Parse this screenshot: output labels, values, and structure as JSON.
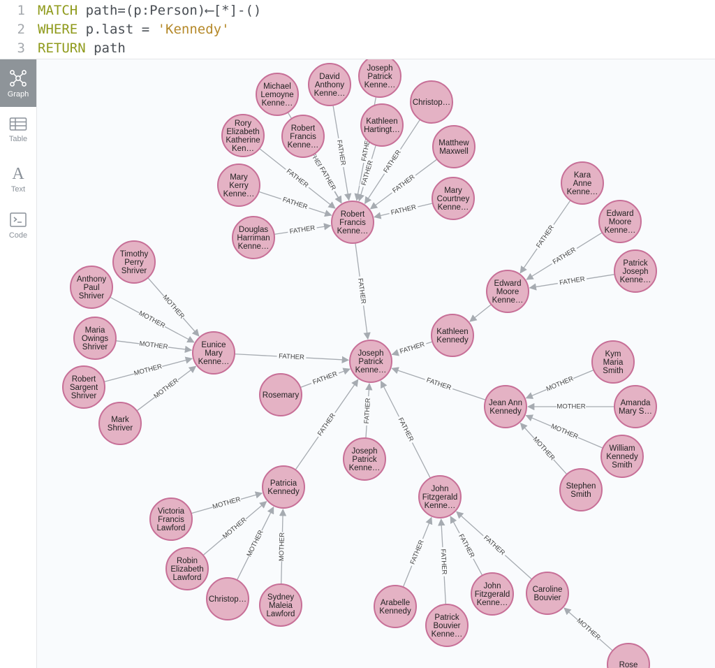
{
  "editor": {
    "lines": [
      {
        "num": "1",
        "parts": [
          {
            "t": "MATCH ",
            "c": "kw"
          },
          {
            "t": "path=(p:Person)",
            "c": "tx"
          },
          {
            "t": "⟵",
            "c": "tx"
          },
          {
            "t": "[*]-()",
            "c": "tx"
          }
        ]
      },
      {
        "num": "2",
        "parts": [
          {
            "t": "WHERE ",
            "c": "kw"
          },
          {
            "t": "p.last = ",
            "c": "tx"
          },
          {
            "t": "'Kennedy'",
            "c": "str"
          }
        ]
      },
      {
        "num": "3",
        "parts": [
          {
            "t": "RETURN ",
            "c": "kw"
          },
          {
            "t": "path",
            "c": "tx"
          }
        ]
      }
    ]
  },
  "sidebar": {
    "graph_label": "Graph",
    "table_label": "Table",
    "text_label": "Text",
    "code_label": "Code"
  },
  "colors": {
    "node_fill": "#e4b2c4",
    "node_stroke": "#c76f97",
    "edge": "#a6abb1",
    "active_tab": "#8e9499"
  },
  "graph": {
    "nodes": [
      {
        "id": "jpk",
        "lines": [
          "Joseph",
          "Patrick",
          "Kenne…"
        ]
      },
      {
        "id": "rfk",
        "lines": [
          "Robert",
          "Francis",
          "Kenne…"
        ]
      },
      {
        "id": "emk",
        "lines": [
          "Edward",
          "Moore",
          "Kenne…"
        ]
      },
      {
        "id": "emk_kath",
        "lines": [
          "Kathleen",
          "Kennedy"
        ]
      },
      {
        "id": "eunice",
        "lines": [
          "Eunice",
          "Mary",
          "Kenne…"
        ]
      },
      {
        "id": "rosemary",
        "lines": [
          "Rosemary"
        ]
      },
      {
        "id": "jpkjr",
        "lines": [
          "Joseph",
          "Patrick",
          "Kenne…"
        ]
      },
      {
        "id": "jean",
        "lines": [
          "Jean Ann",
          "Kennedy"
        ]
      },
      {
        "id": "patricia",
        "lines": [
          "Patricia",
          "Kennedy"
        ]
      },
      {
        "id": "jfk",
        "lines": [
          "John",
          "Fitzgerald",
          "Kenne…"
        ]
      },
      {
        "id": "michael",
        "lines": [
          "Michael",
          "Lemoyne",
          "Kenne…"
        ]
      },
      {
        "id": "david",
        "lines": [
          "David",
          "Anthony",
          "Kenne…"
        ]
      },
      {
        "id": "joseph2",
        "lines": [
          "Joseph",
          "Patrick",
          "Kenne…"
        ]
      },
      {
        "id": "christoph1",
        "lines": [
          "Christop…"
        ]
      },
      {
        "id": "rory",
        "lines": [
          "Rory",
          "Elizabeth",
          "Katherine",
          "Ken…"
        ]
      },
      {
        "id": "robert2",
        "lines": [
          "Robert",
          "Francis",
          "Kenne…"
        ]
      },
      {
        "id": "kathleenh",
        "lines": [
          "Kathleen",
          "Hartingt…"
        ]
      },
      {
        "id": "matthew",
        "lines": [
          "Matthew",
          "Maxwell"
        ]
      },
      {
        "id": "marykerry",
        "lines": [
          "Mary",
          "Kerry",
          "Kenne…"
        ]
      },
      {
        "id": "marycourtney",
        "lines": [
          "Mary",
          "Courtney",
          "Kenne…"
        ]
      },
      {
        "id": "douglas",
        "lines": [
          "Douglas",
          "Harriman",
          "Kenne…"
        ]
      },
      {
        "id": "kara",
        "lines": [
          "Kara",
          "Anne",
          "Kenne…"
        ]
      },
      {
        "id": "edward2",
        "lines": [
          "Edward",
          "Moore",
          "Kenne…"
        ]
      },
      {
        "id": "patrickj",
        "lines": [
          "Patrick",
          "Joseph",
          "Kenne…"
        ]
      },
      {
        "id": "timothy",
        "lines": [
          "Timothy",
          "Perry",
          "Shriver"
        ]
      },
      {
        "id": "anthony",
        "lines": [
          "Anthony",
          "Paul",
          "Shriver"
        ]
      },
      {
        "id": "maria",
        "lines": [
          "Maria",
          "Owings",
          "Shriver"
        ]
      },
      {
        "id": "robertss",
        "lines": [
          "Robert",
          "Sargent",
          "Shriver"
        ]
      },
      {
        "id": "mark",
        "lines": [
          "Mark",
          "Shriver"
        ]
      },
      {
        "id": "kym",
        "lines": [
          "Kym",
          "Maria",
          "Smith"
        ]
      },
      {
        "id": "amanda",
        "lines": [
          "Amanda",
          "Mary S…"
        ]
      },
      {
        "id": "william",
        "lines": [
          "William",
          "Kennedy",
          "Smith"
        ]
      },
      {
        "id": "stephen",
        "lines": [
          "Stephen",
          "Smith"
        ]
      },
      {
        "id": "victoria",
        "lines": [
          "Victoria",
          "Francis",
          "Lawford"
        ]
      },
      {
        "id": "robin",
        "lines": [
          "Robin",
          "Elizabeth",
          "Lawford"
        ]
      },
      {
        "id": "christoph2",
        "lines": [
          "Christop…"
        ]
      },
      {
        "id": "sydney",
        "lines": [
          "Sydney",
          "Maleia",
          "Lawford"
        ]
      },
      {
        "id": "arabelle",
        "lines": [
          "Arabelle",
          "Kennedy"
        ]
      },
      {
        "id": "patrickb",
        "lines": [
          "Patrick",
          "Bouvier",
          "Kenne…"
        ]
      },
      {
        "id": "jfkjr",
        "lines": [
          "John",
          "Fitzgerald",
          "Kenne…"
        ]
      },
      {
        "id": "caroline",
        "lines": [
          "Caroline",
          "Bouvier"
        ]
      },
      {
        "id": "rose",
        "lines": [
          "Rose"
        ]
      }
    ],
    "edges": [
      {
        "from": "rfk",
        "to": "jpk",
        "label": "FATHER"
      },
      {
        "from": "emk_kath",
        "to": "jpk",
        "label": "FATHER"
      },
      {
        "from": "eunice",
        "to": "jpk",
        "label": "FATHER"
      },
      {
        "from": "rosemary",
        "to": "jpk",
        "label": "FATHER"
      },
      {
        "from": "jpkjr",
        "to": "jpk",
        "label": "FATHER"
      },
      {
        "from": "jean",
        "to": "jpk",
        "label": "FATHER"
      },
      {
        "from": "patricia",
        "to": "jpk",
        "label": "FATHER"
      },
      {
        "from": "jfk",
        "to": "jpk",
        "label": "FATHER"
      },
      {
        "from": "emk",
        "to": "emk_kath",
        "label": ""
      },
      {
        "from": "michael",
        "to": "rfk",
        "label": "FATHER"
      },
      {
        "from": "david",
        "to": "rfk",
        "label": "FATHER"
      },
      {
        "from": "joseph2",
        "to": "rfk",
        "label": "FATHER"
      },
      {
        "from": "christoph1",
        "to": "rfk",
        "label": "FATHER"
      },
      {
        "from": "rory",
        "to": "rfk",
        "label": "FATHER"
      },
      {
        "from": "robert2",
        "to": "rfk",
        "label": "FATHER"
      },
      {
        "from": "kathleenh",
        "to": "rfk",
        "label": "FATHER"
      },
      {
        "from": "matthew",
        "to": "rfk",
        "label": "FATHER"
      },
      {
        "from": "marykerry",
        "to": "rfk",
        "label": "FATHER"
      },
      {
        "from": "marycourtney",
        "to": "rfk",
        "label": "FATHER"
      },
      {
        "from": "douglas",
        "to": "rfk",
        "label": "FATHER"
      },
      {
        "from": "kara",
        "to": "emk",
        "label": "FATHER"
      },
      {
        "from": "edward2",
        "to": "emk",
        "label": "FATHER"
      },
      {
        "from": "patrickj",
        "to": "emk",
        "label": "FATHER"
      },
      {
        "from": "timothy",
        "to": "eunice",
        "label": "MOTHER"
      },
      {
        "from": "anthony",
        "to": "eunice",
        "label": "MOTHER"
      },
      {
        "from": "maria",
        "to": "eunice",
        "label": "MOTHER"
      },
      {
        "from": "robertss",
        "to": "eunice",
        "label": "MOTHER"
      },
      {
        "from": "mark",
        "to": "eunice",
        "label": "MOTHER"
      },
      {
        "from": "kym",
        "to": "jean",
        "label": "MOTHER"
      },
      {
        "from": "amanda",
        "to": "jean",
        "label": "MOTHER"
      },
      {
        "from": "william",
        "to": "jean",
        "label": "MOTHER"
      },
      {
        "from": "stephen",
        "to": "jean",
        "label": "MOTHER"
      },
      {
        "from": "victoria",
        "to": "patricia",
        "label": "MOTHER"
      },
      {
        "from": "robin",
        "to": "patricia",
        "label": "MOTHER"
      },
      {
        "from": "christoph2",
        "to": "patricia",
        "label": "MOTHER"
      },
      {
        "from": "sydney",
        "to": "patricia",
        "label": "MOTHER"
      },
      {
        "from": "arabelle",
        "to": "jfk",
        "label": "FATHER"
      },
      {
        "from": "patrickb",
        "to": "jfk",
        "label": "FATHER"
      },
      {
        "from": "jfkjr",
        "to": "jfk",
        "label": "FATHER"
      },
      {
        "from": "caroline",
        "to": "jfk",
        "label": "FATHER"
      },
      {
        "from": "rose",
        "to": "caroline",
        "label": "MOTHER"
      }
    ]
  }
}
